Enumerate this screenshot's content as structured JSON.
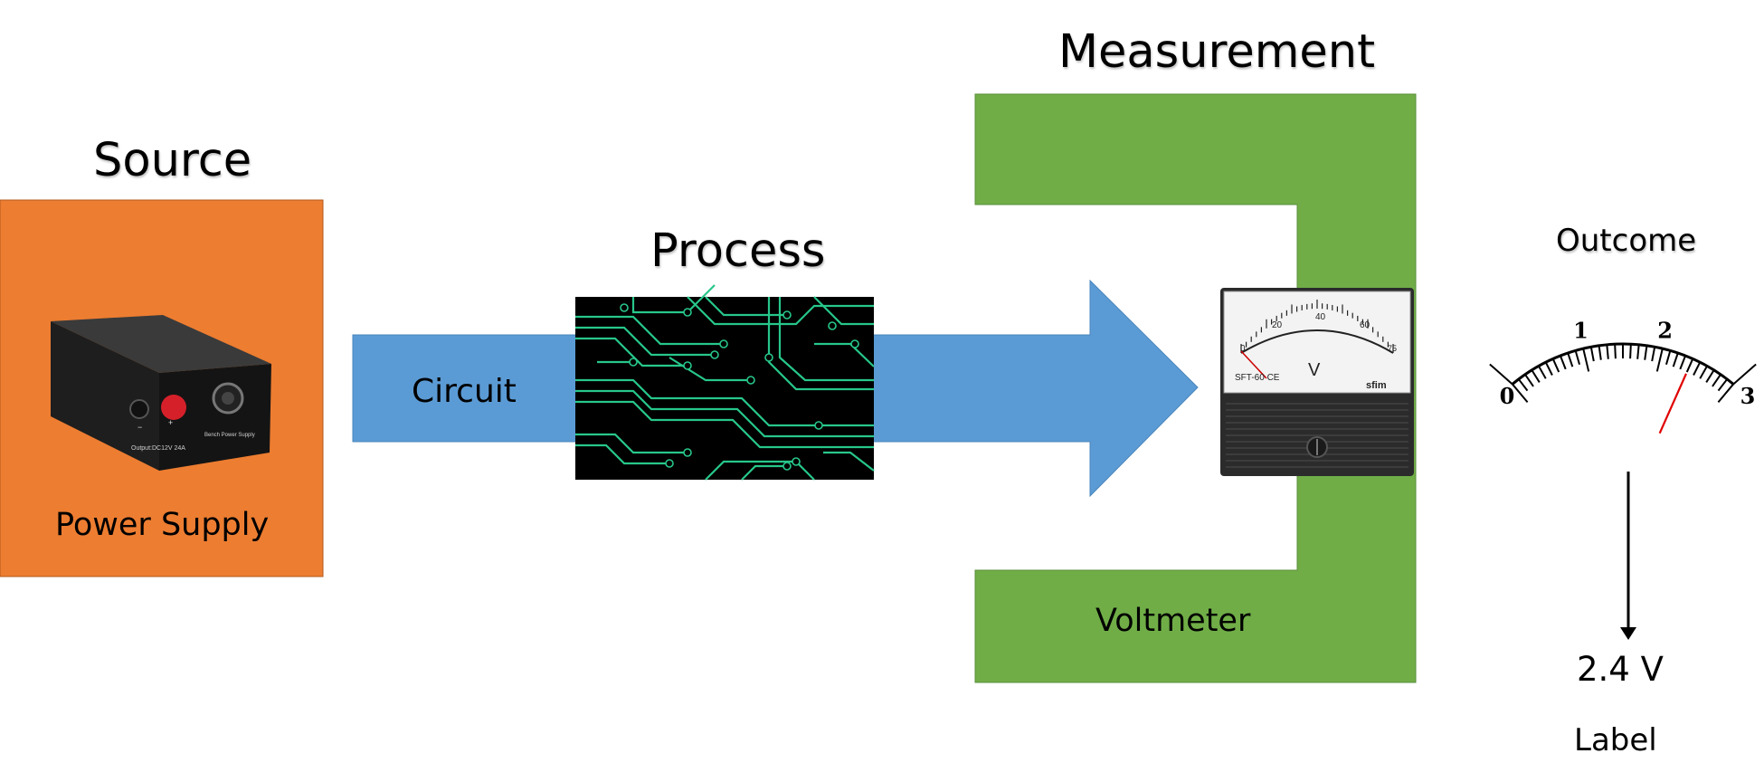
{
  "headings": {
    "source": "Source",
    "process": "Process",
    "measurement": "Measurement",
    "outcome": "Outcome"
  },
  "labels": {
    "power_supply": "Power Supply",
    "circuit": "Circuit",
    "voltmeter": "Voltmeter",
    "reading": "2.4 V",
    "label": "Label"
  },
  "power_supply_device": {
    "panel_text": "Output:DC12V 24A",
    "brand_text": "Bench Power Supply",
    "minus": "−",
    "plus": "+"
  },
  "voltmeter_device": {
    "scale": [
      "0",
      "20",
      "40",
      "60",
      "75"
    ],
    "unit": "V",
    "model": "SFT-60 CE",
    "brand": "sfim"
  },
  "gauge": {
    "ticks": [
      "0",
      "1",
      "2",
      "3"
    ],
    "value": 2.4,
    "min": 0,
    "max": 3
  },
  "colors": {
    "source_box": "#ed7d31",
    "arrow": "#5b9bd5",
    "measurement_shape": "#70ad47",
    "circuit_trace": "#27c78a",
    "needle": "#e00000"
  }
}
